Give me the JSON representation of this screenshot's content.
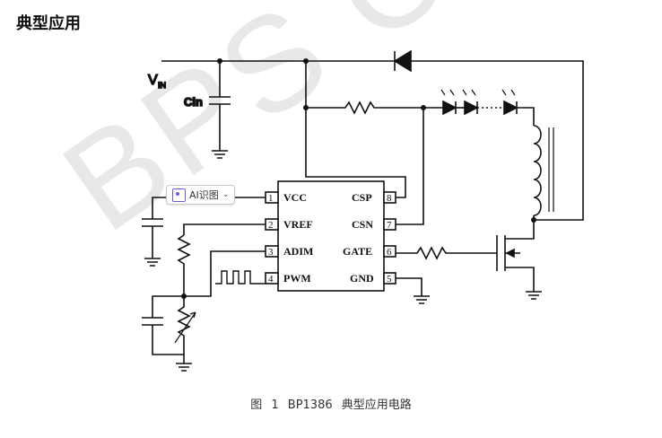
{
  "heading": "典型应用",
  "watermark": "BPS Co",
  "caption": "图 1   BP1386 典型应用电路",
  "ai_chip": {
    "label": "AI识图",
    "chevron": "⌄"
  },
  "schematic": {
    "vin_label": "V",
    "vin_sub": "IN",
    "cin_label": "Cin",
    "pins": [
      {
        "num": "1",
        "left": "VCC",
        "right": "CSP",
        "rnum": "8"
      },
      {
        "num": "2",
        "left": "VREF",
        "right": "CSN",
        "rnum": "7"
      },
      {
        "num": "3",
        "left": "ADIM",
        "right": "GATE",
        "rnum": "6"
      },
      {
        "num": "4",
        "left": "PWM",
        "right": "GND",
        "rnum": "5"
      }
    ]
  }
}
